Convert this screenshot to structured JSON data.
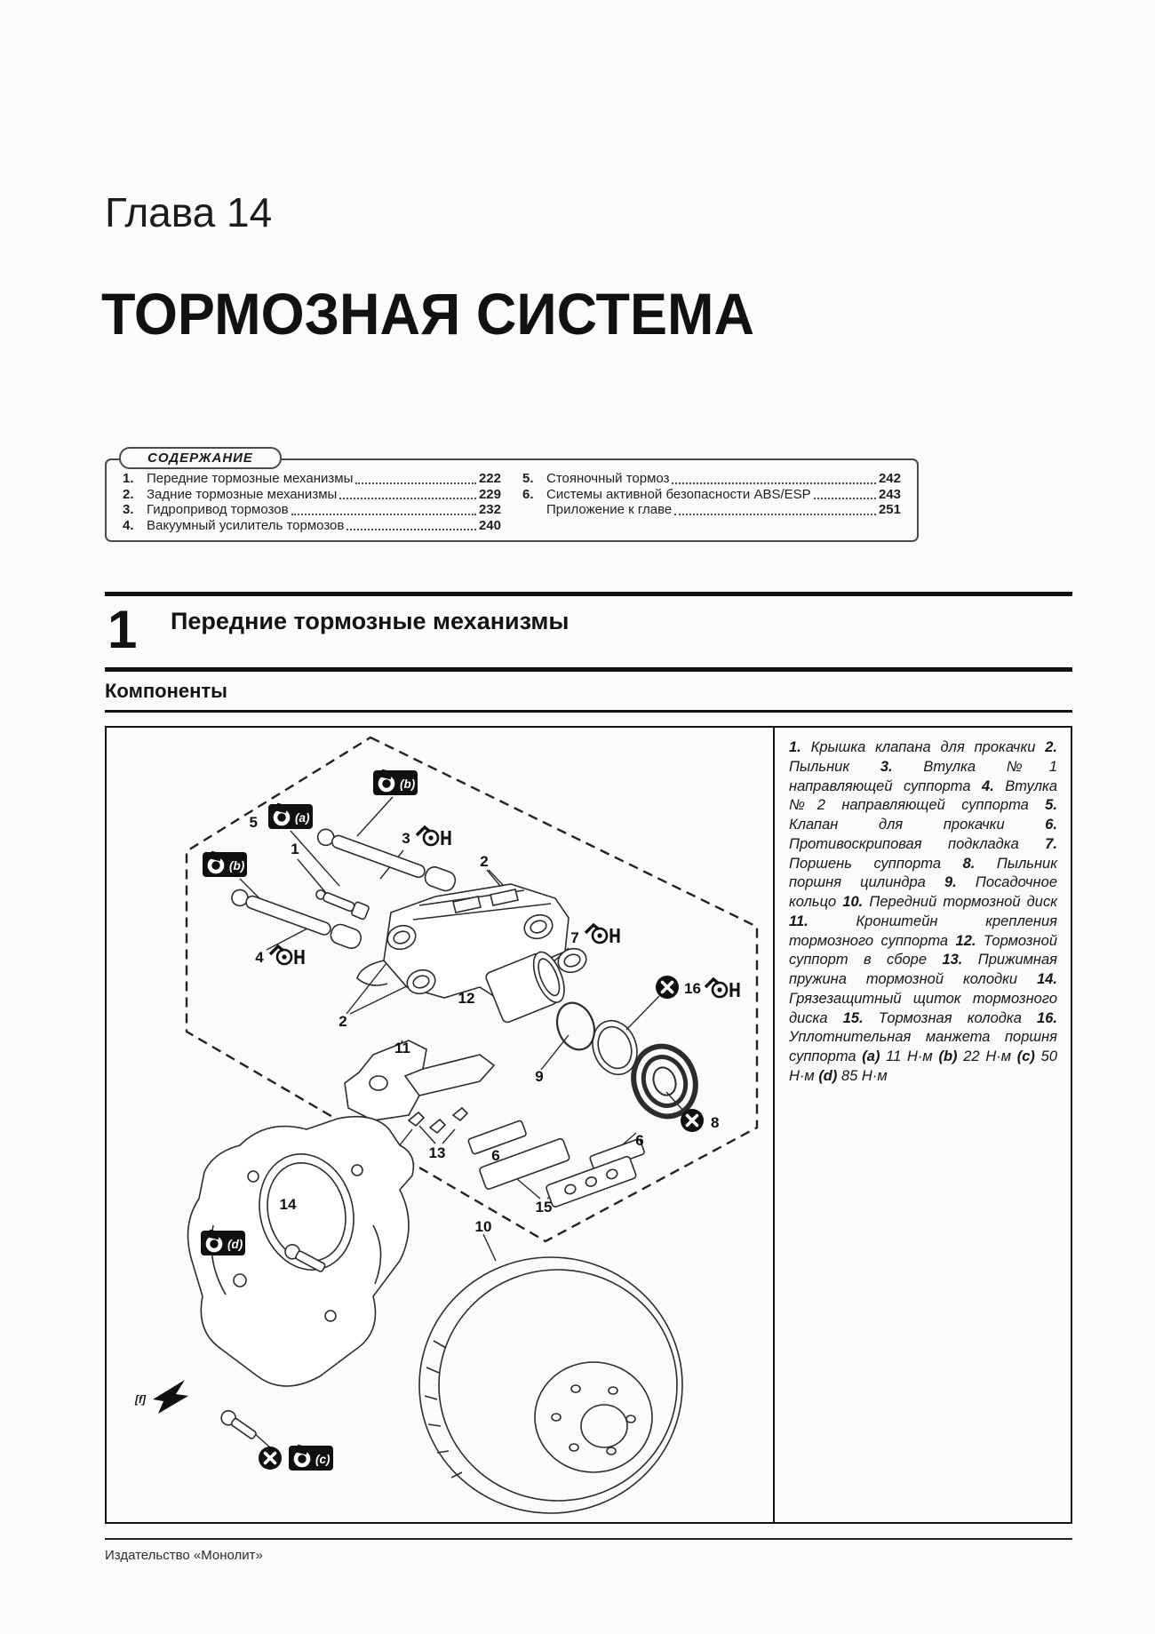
{
  "page": {
    "footer": "Издательство «Монолит»",
    "ink": "#141414",
    "paper": "#fbfbfb"
  },
  "header": {
    "chapter": "Глава 14",
    "title": "ТОРМОЗНАЯ СИСТЕМА"
  },
  "toc": {
    "title": "СОДЕРЖАНИЕ",
    "left": [
      {
        "num": "1.",
        "label": "Передние тормозные механизмы",
        "page": "222"
      },
      {
        "num": "2.",
        "label": "Задние тормозные механизмы",
        "page": "229"
      },
      {
        "num": "3.",
        "label": "Гидропривод тормозов",
        "page": "232"
      },
      {
        "num": "4.",
        "label": "Вакуумный усилитель тормозов",
        "page": "240"
      }
    ],
    "right": [
      {
        "num": "5.",
        "label": "Стояночный тормоз",
        "page": "242"
      },
      {
        "num": "6.",
        "label": "Системы активной безопасности ABS/ESP",
        "page": "243"
      },
      {
        "num": "",
        "label": "Приложение к главе",
        "page": "251"
      }
    ]
  },
  "section": {
    "number": "1",
    "title": "Передние тормозные механизмы"
  },
  "components": {
    "heading": "Компоненты",
    "parts": [
      {
        "num": "1.",
        "text": "Крышка клапана для прокачки"
      },
      {
        "num": "2.",
        "text": "Пыльник"
      },
      {
        "num": "3.",
        "text": "Втулка №1 направляющей суппорта"
      },
      {
        "num": "4.",
        "text": "Втулка №2 направляющей суппорта"
      },
      {
        "num": "5.",
        "text": "Клапан для прокачки"
      },
      {
        "num": "6.",
        "text": "Противоскриповая подкладка"
      },
      {
        "num": "7.",
        "text": "Поршень суппорта"
      },
      {
        "num": "8.",
        "text": "Пыльник поршня цилиндра"
      },
      {
        "num": "9.",
        "text": "Посадочное кольцо"
      },
      {
        "num": "10.",
        "text": "Передний тормозной диск"
      },
      {
        "num": "11.",
        "text": "Кронштейн крепления тормозного суппорта"
      },
      {
        "num": "12.",
        "text": "Тормозной суппорт в сборе"
      },
      {
        "num": "13.",
        "text": "Прижимная пружина тормозной колодки"
      },
      {
        "num": "14.",
        "text": "Грязезащитный щиток тормозного диска"
      },
      {
        "num": "15.",
        "text": "Тормозная колодка"
      },
      {
        "num": "16.",
        "text": "Уплотнительная манжета поршня суппорта"
      }
    ],
    "torques": [
      {
        "key": "(a)",
        "value": "11 Н·м"
      },
      {
        "key": "(b)",
        "value": "22 Н·м"
      },
      {
        "key": "(c)",
        "value": "50 Н·м"
      },
      {
        "key": "(d)",
        "value": "85 Н·м"
      }
    ]
  },
  "diagram": {
    "labels": {
      "n1": "1",
      "n2a": "2",
      "n2b": "2",
      "n3": "3",
      "n4": "4",
      "n5": "5",
      "n6a": "6",
      "n6b": "6",
      "n7": "7",
      "n8": "8",
      "n9": "9",
      "n10": "10",
      "n11": "11",
      "n12": "12",
      "n13": "13",
      "n14": "14",
      "n15": "15",
      "n16": "16",
      "la": "(a)",
      "lb1": "(b)",
      "lb2": "(b)",
      "lc": "(c)",
      "ld": "(d)",
      "dir": "[f]"
    }
  }
}
